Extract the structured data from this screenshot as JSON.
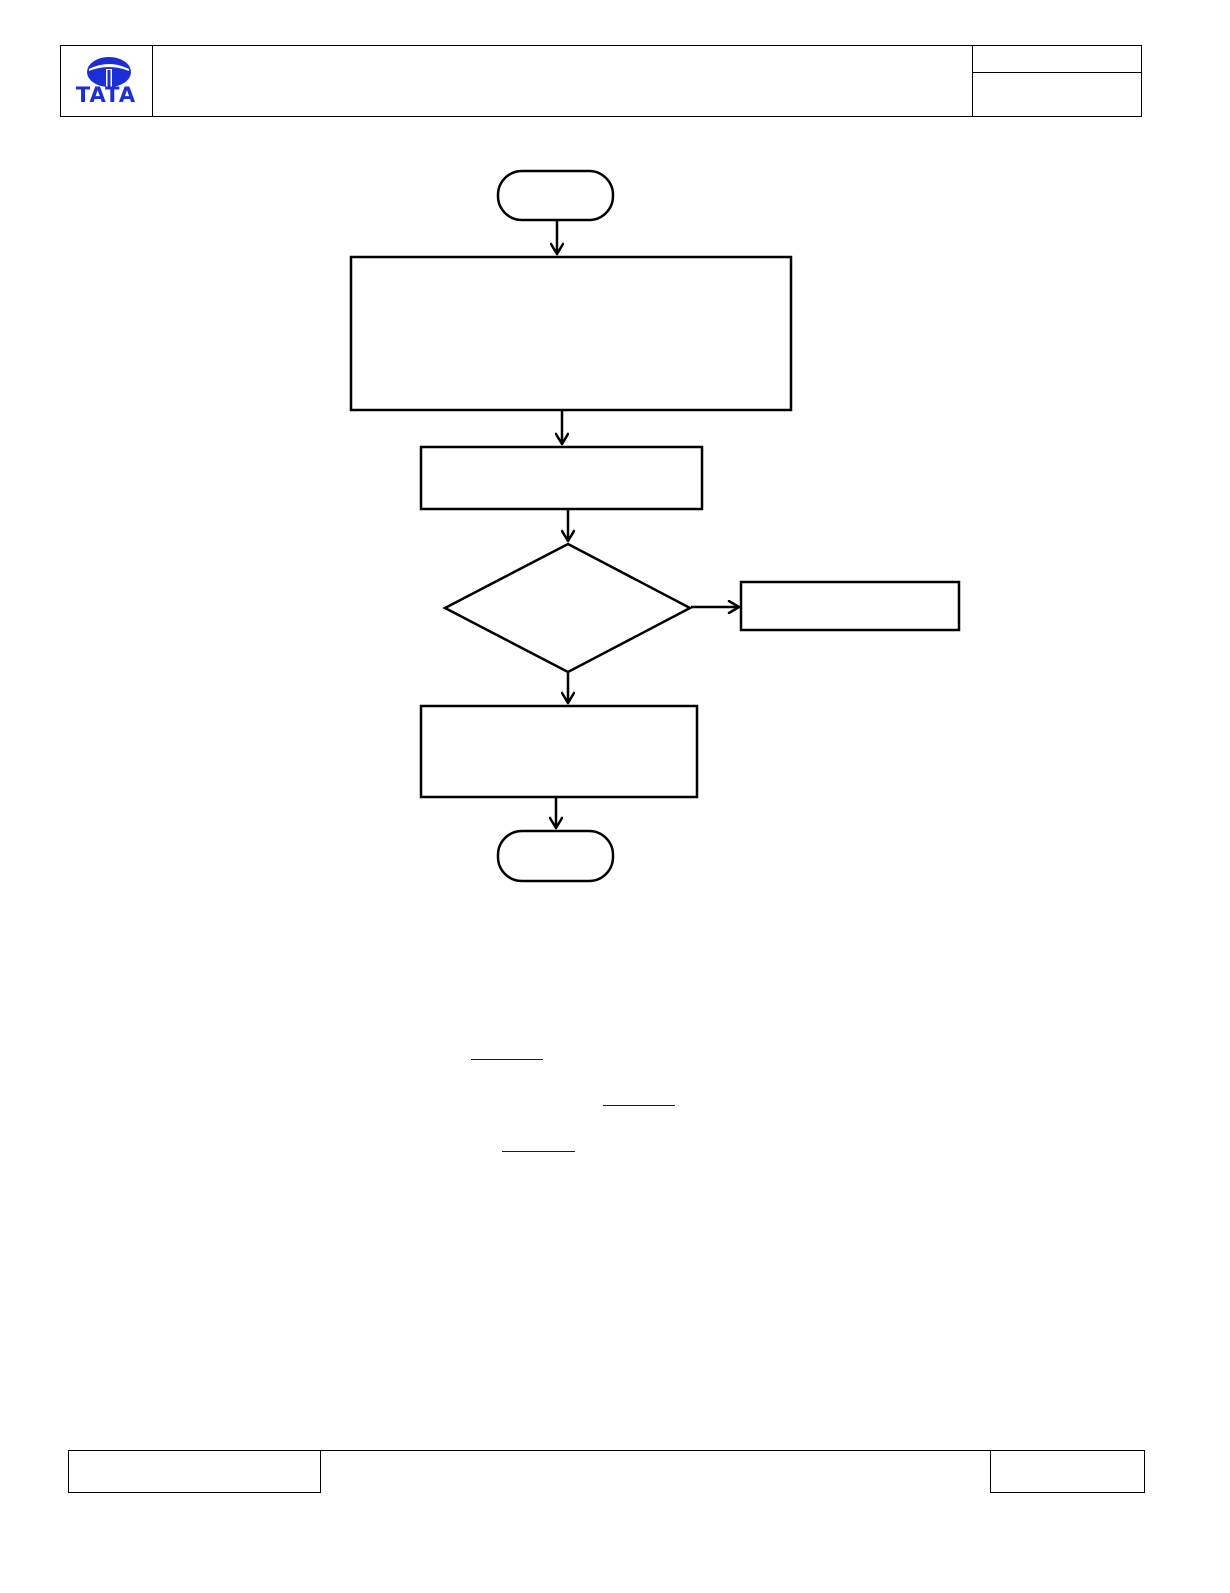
{
  "header": {
    "logo": {
      "icon": "tata-logo-icon",
      "wordmark": "TATA",
      "color": "#1c2fd6"
    }
  },
  "flowchart": {
    "nodes": [
      {
        "id": "start",
        "shape": "terminator"
      },
      {
        "id": "step-1",
        "shape": "process"
      },
      {
        "id": "step-2",
        "shape": "process"
      },
      {
        "id": "decision",
        "shape": "decision"
      },
      {
        "id": "side-step",
        "shape": "process"
      },
      {
        "id": "step-3",
        "shape": "process"
      },
      {
        "id": "end",
        "shape": "terminator"
      }
    ],
    "edges": [
      {
        "from": "start",
        "to": "step-1"
      },
      {
        "from": "step-1",
        "to": "step-2"
      },
      {
        "from": "step-2",
        "to": "decision"
      },
      {
        "from": "decision",
        "to": "side-step"
      },
      {
        "from": "decision",
        "to": "step-3"
      },
      {
        "from": "step-3",
        "to": "end"
      }
    ]
  },
  "links": {
    "link_color": "#0000ee"
  }
}
